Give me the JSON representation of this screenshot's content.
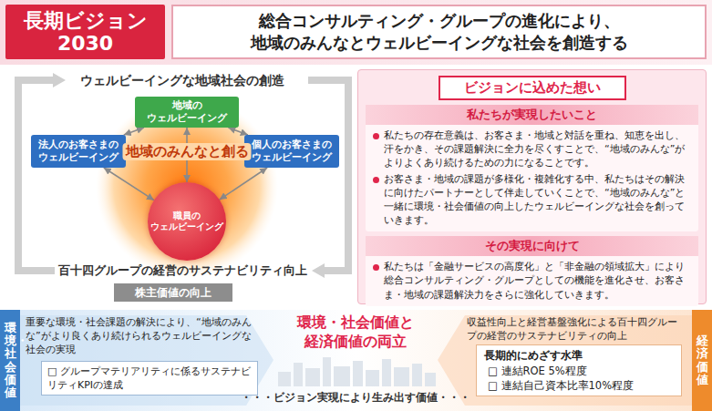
{
  "diagram": {
    "nodes": [
      {
        "text": [
          "長期ビジョン 2030"
        ]
      },
      {
        "text": [
          "総合コンサルティング・グループの進化により、 地域のみんなとウェルビーイングな社会を創造する"
        ]
      },
      {
        "text": [
          "地域の ウェルビーイング"
        ]
      },
      {
        "text": [
          "法人のお客さまの ウェルビーイング"
        ]
      },
      {
        "text": [
          "個人のお客さまの ウェルビーイング"
        ]
      },
      {
        "text": [
          "職員の ウェルビーイング"
        ]
      },
      {
        "text": [
          "株主価値の向上"
        ]
      },
      {
        "text": [
          "ビジョンに込めた想い"
        ]
      },
      {
        "text": [
          "私たちが実現したいこと",
          "私たちの存在意義は、お客さま・地域と対話を重ね、知恵を出し、汗をかき、その課題解決に全力を尽くすことで、“地域のみんな”がよりよくあり続けるための力になることです。",
          "お客さま・地域の課題が多様化・複雑化する中、私たちはその解決に向けたパートナーとして伴走していくことで、“地域のみんな”と一緒に環境・社会価値の向上したウェルビーイングな社会を創っていきます。"
        ],
        "in": 7
      },
      {
        "text": [
          "その実現に向けて",
          "私たちは「金融サービスの高度化」と「非金融の領域拡大」により総合コンサルティング・グループとしての機能を進化させ、お客さま・地域の課題解決力をさらに強化していきます。"
        ],
        "in": 7
      },
      {
        "text": [
          "重要な環境・社会課題の解決により、“地域のみんな”がより良くあり続けられるウェルビーイングな社会の実現",
          "環境・社会価値と 経済価値の両立",
          "・・・ビジョン実現により生み出す価値・・・",
          "収益性向上と経営基盤強化による百十四グループの経営のサステナビリティの向上"
        ]
      },
      {
        "text": [
          "環境・社会価値"
        ],
        "in": 10
      },
      {
        "text": [
          "□ グループマテリアリティに係るサステナビリティKPIの達成"
        ],
        "in": 10
      },
      {
        "text": [
          "長期的にめざす水準",
          "□ 連結ROE 5%程度",
          "□ 連結自己資本比率10%程度"
        ],
        "in": 10
      },
      {
        "text": [
          "経済価値"
        ],
        "in": 10
      }
    ],
    "edges": [
      {
        "from": 2,
        "to": 3,
        "arrow": "both"
      },
      {
        "from": 2,
        "to": 4,
        "arrow": "both"
      },
      {
        "from": 3,
        "to": 5,
        "arrow": "both"
      },
      {
        "from": 4,
        "to": 5,
        "arrow": "both"
      },
      {
        "from": 2,
        "to": 5,
        "arrow": "both"
      }
    ],
    "labels": [
      "ウェルビーイングな地域社会の創造",
      "地域のみんなと創る",
      "百十四グループの経営のサステナビリティ向上"
    ]
  }
}
